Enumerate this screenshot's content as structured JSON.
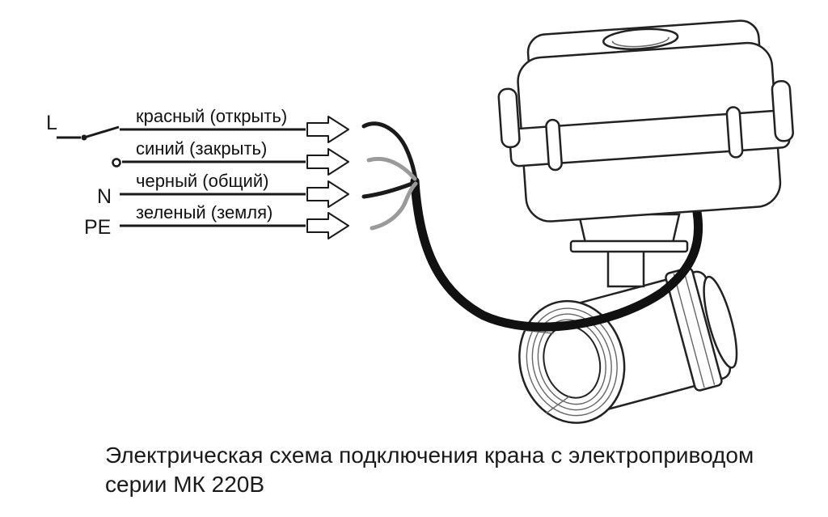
{
  "diagram": {
    "terminals": [
      {
        "label": "L"
      },
      {
        "label": "N"
      },
      {
        "label": "PE"
      }
    ],
    "wires": [
      {
        "label": "красный (открыть)"
      },
      {
        "label": "синий (закрыть)"
      },
      {
        "label": "черный (общий)"
      },
      {
        "label": "зеленый (земля)"
      }
    ],
    "caption": {
      "line1": "Электрическая схема подключения крана с электроприводом",
      "line2": "серии МК 220В"
    },
    "colors": {
      "ink": "#1a1a1a",
      "gray_wire": "#9a9a9a",
      "background": "#ffffff"
    }
  }
}
